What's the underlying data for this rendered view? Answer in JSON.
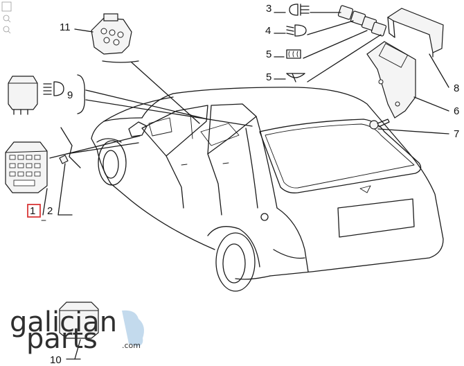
{
  "callouts": [
    {
      "id": "1",
      "text": "1"
    },
    {
      "id": "2",
      "text": "2"
    },
    {
      "id": "3",
      "text": "3"
    },
    {
      "id": "4",
      "text": "4"
    },
    {
      "id": "5a",
      "text": "5"
    },
    {
      "id": "5b",
      "text": "5"
    },
    {
      "id": "6",
      "text": "6"
    },
    {
      "id": "7",
      "text": "7"
    },
    {
      "id": "8",
      "text": "8"
    },
    {
      "id": "9",
      "text": "9"
    },
    {
      "id": "10",
      "text": "10"
    },
    {
      "id": "11",
      "text": "11"
    }
  ],
  "highlighted_callout": "1",
  "watermark": {
    "line1": "galician",
    "line2": "parts",
    "domain": ".com"
  },
  "icons": {
    "callout_3": "fog-light-icon",
    "callout_4": "low-beam-icon",
    "callout_5a": "rear-defroster-icon",
    "callout_5b": "wiper-icon",
    "callout_9": "high-beam-icon"
  },
  "colors": {
    "line": "#1a1a1a",
    "highlight": "#d93636",
    "watermark_blue": "#b9d3ea"
  }
}
